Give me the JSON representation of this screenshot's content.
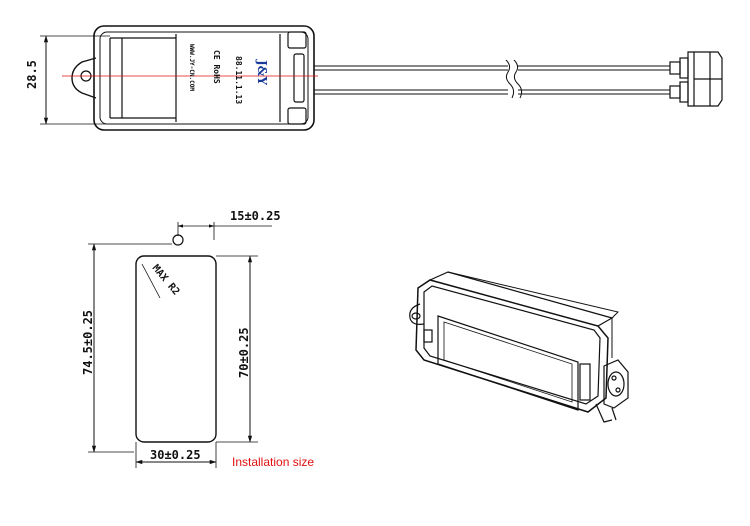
{
  "top_view": {
    "height_dim": "28.5",
    "brand": "J&Y",
    "date_code": "88.11.1.13",
    "cert_marks": "CE  RoHS",
    "website": "WWW.JY-CN.COM"
  },
  "installation": {
    "hole_offset": "15±0.25",
    "outer_height": "74.5±0.25",
    "inner_height": "70±0.25",
    "width": "30±0.25",
    "corner_radius": "MAX R2",
    "caption": "Installation size"
  },
  "colors": {
    "line": "#111111",
    "centerline": "#e01010",
    "brand": "#1a3a9a",
    "caption": "#e01010"
  }
}
